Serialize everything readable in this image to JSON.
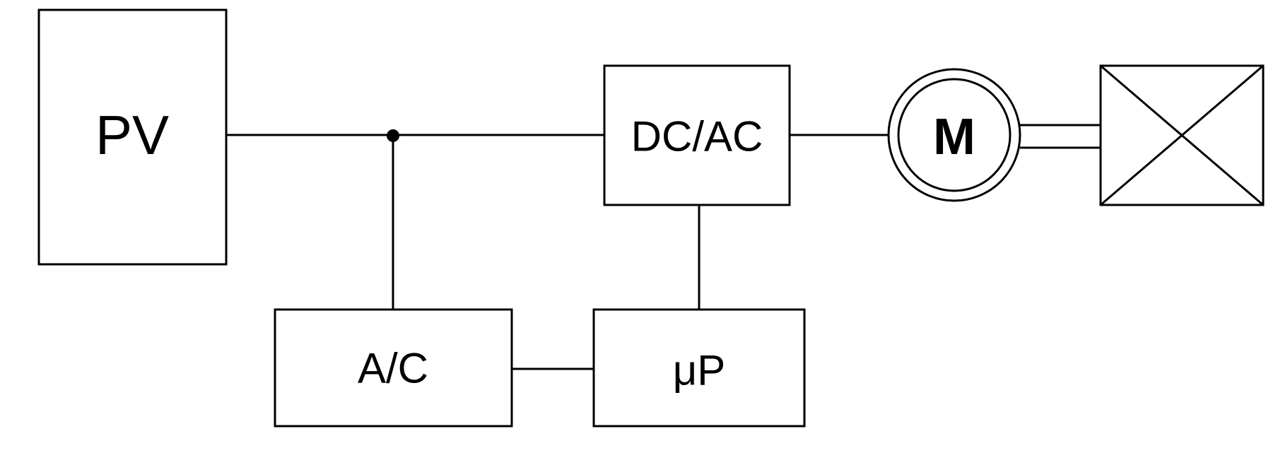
{
  "blocks": {
    "pv": "PV",
    "inverter": "DC/AC",
    "converter": "A/C",
    "microprocessor": "μP",
    "motor": "M"
  },
  "colors": {
    "line": "#000000",
    "background": "#ffffff"
  },
  "icons": {
    "motor": "motor-icon",
    "load": "load-crossed-box-icon",
    "junction": "junction-dot-icon"
  }
}
